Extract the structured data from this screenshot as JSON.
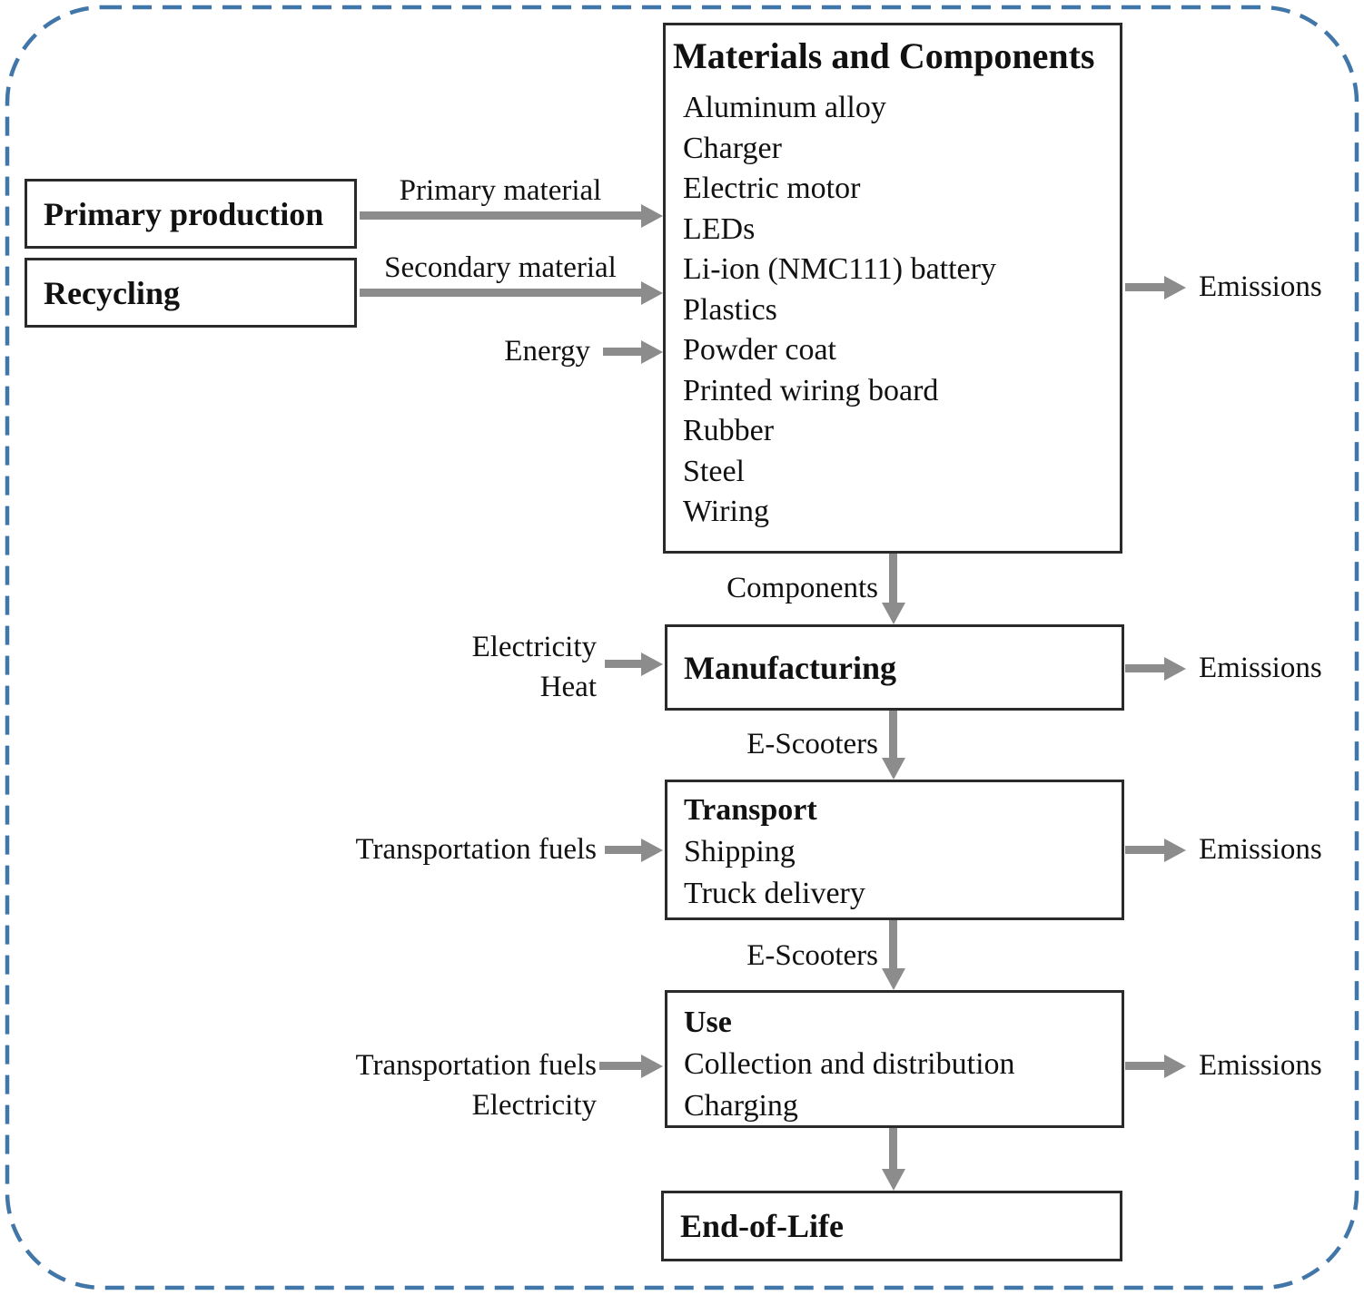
{
  "boxes": {
    "materials": {
      "title": "Materials and Components",
      "items": [
        "Aluminum alloy",
        "Charger",
        "Electric motor",
        "LEDs",
        "Li-ion (NMC111) battery",
        "Plastics",
        "Powder coat",
        "Printed wiring board",
        "Rubber",
        "Steel",
        "Wiring"
      ]
    },
    "primary_production": {
      "label": "Primary production"
    },
    "recycling": {
      "label": "Recycling"
    },
    "manufacturing": {
      "label": "Manufacturing"
    },
    "transport": {
      "title": "Transport",
      "items": [
        "Shipping",
        "Truck delivery"
      ]
    },
    "use": {
      "title": "Use",
      "items": [
        "Collection and distribution",
        "Charging"
      ]
    },
    "end_of_life": {
      "label": "End-of-Life"
    }
  },
  "flow_labels": {
    "primary_material": "Primary material",
    "secondary_material": "Secondary material",
    "energy": "Energy",
    "components": "Components",
    "electricity": "Electricity",
    "heat": "Heat",
    "e_scooters": "E-Scooters",
    "transportation_fuels": "Transportation fuels",
    "emissions": "Emissions"
  },
  "colors": {
    "outer_border": "#4176a8",
    "arrow": "#8c8c8c",
    "box_border": "#2a2a2a",
    "text": "#111111"
  }
}
